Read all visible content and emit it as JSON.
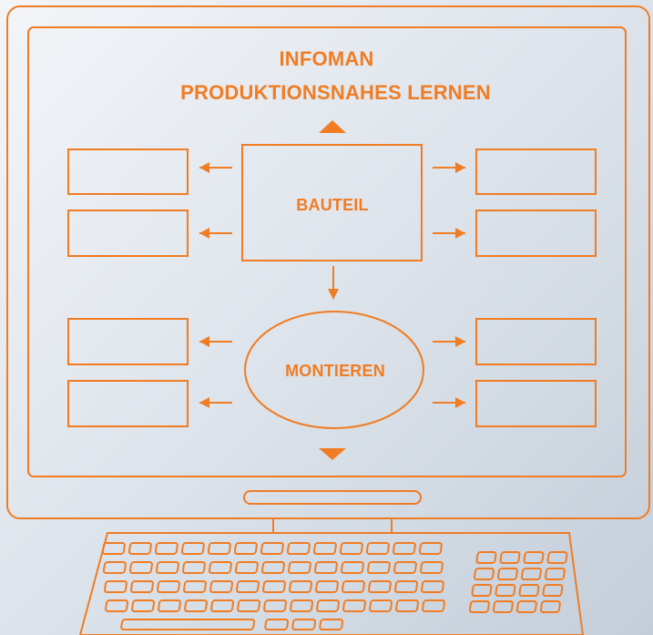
{
  "diagram": {
    "title": "INFOMAN",
    "subtitle": "PRODUKTIONSNAHES LERNEN",
    "center_node": "BAUTEIL",
    "lower_node": "MONTIEREN"
  },
  "colors": {
    "accent": "#f07c23",
    "background_light": "#f3f5f8",
    "background_dark": "#c4ced9"
  }
}
